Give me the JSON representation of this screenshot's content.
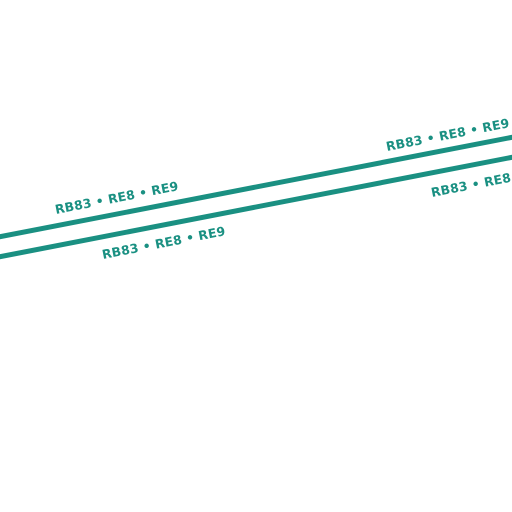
{
  "map": {
    "background_color": "#ffffff",
    "route_color": "#1a9082",
    "railway_lines": [
      {
        "id": "upper-track",
        "routes": [
          "RB83",
          "RE8",
          "RE9"
        ],
        "labels": [
          {
            "text": "RB83 • RE8 • RE9"
          },
          {
            "text": "RB83 • RE8 • RE9"
          }
        ]
      },
      {
        "id": "lower-track",
        "routes": [
          "RB83",
          "RE8",
          "RE9"
        ],
        "labels": [
          {
            "text": "RB83 • RE8 • RE9"
          },
          {
            "text": "RB83 • RE8 •"
          }
        ]
      }
    ]
  }
}
